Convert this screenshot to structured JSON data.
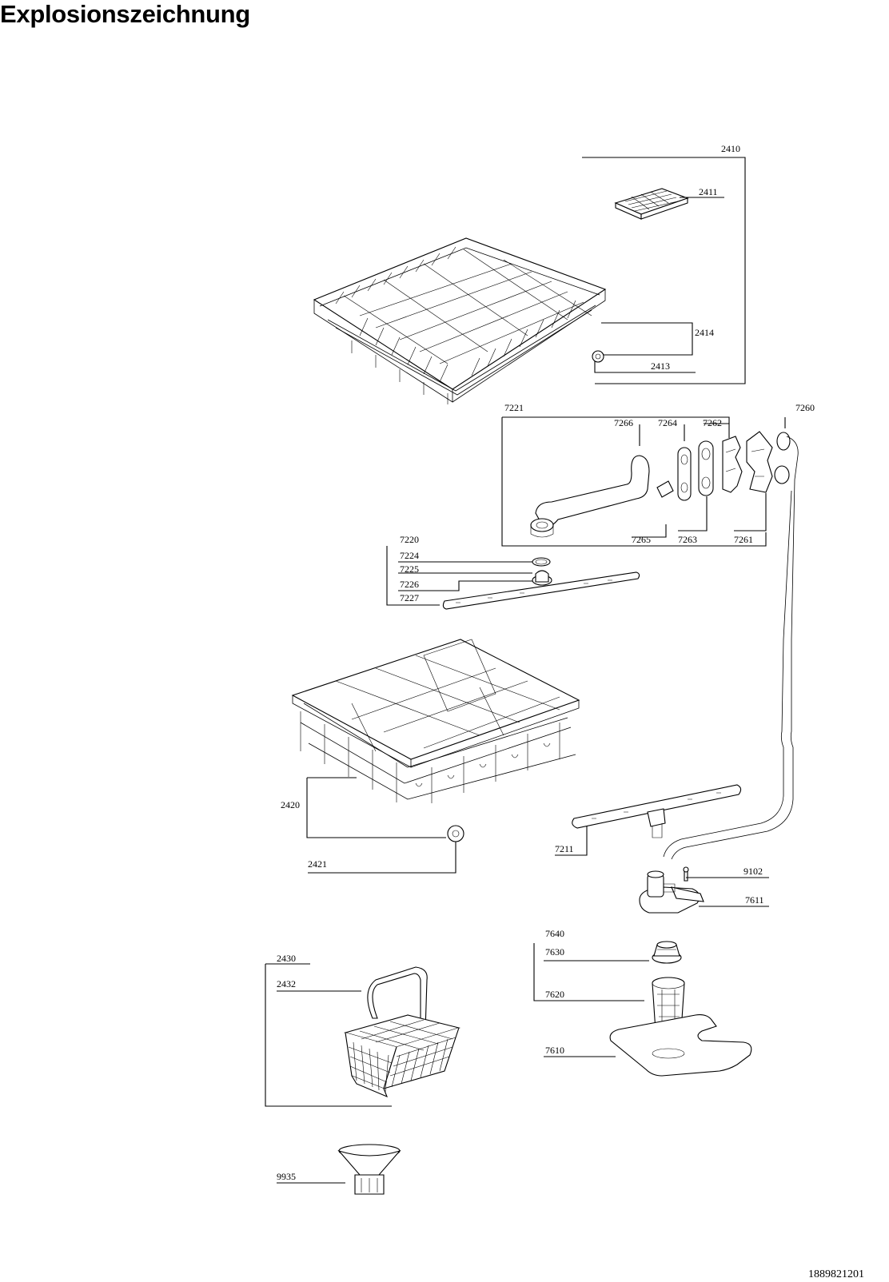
{
  "title": "Explosionszeichnung",
  "document_number": "1889821201",
  "parts": {
    "p2410": "2410",
    "p2411": "2411",
    "p2414": "2414",
    "p2413": "2413",
    "p7221": "7221",
    "p7266": "7266",
    "p7264": "7264",
    "p7262": "7262",
    "p7260": "7260",
    "p7265": "7265",
    "p7263": "7263",
    "p7261": "7261",
    "p7220": "7220",
    "p7224": "7224",
    "p7225": "7225",
    "p7226": "7226",
    "p7227": "7227",
    "p2420": "2420",
    "p2421": "2421",
    "p7211": "7211",
    "p9102": "9102",
    "p7611": "7611",
    "p7640": "7640",
    "p7630": "7630",
    "p7620": "7620",
    "p7610": "7610",
    "p2430": "2430",
    "p2432": "2432",
    "p9935": "9935"
  }
}
